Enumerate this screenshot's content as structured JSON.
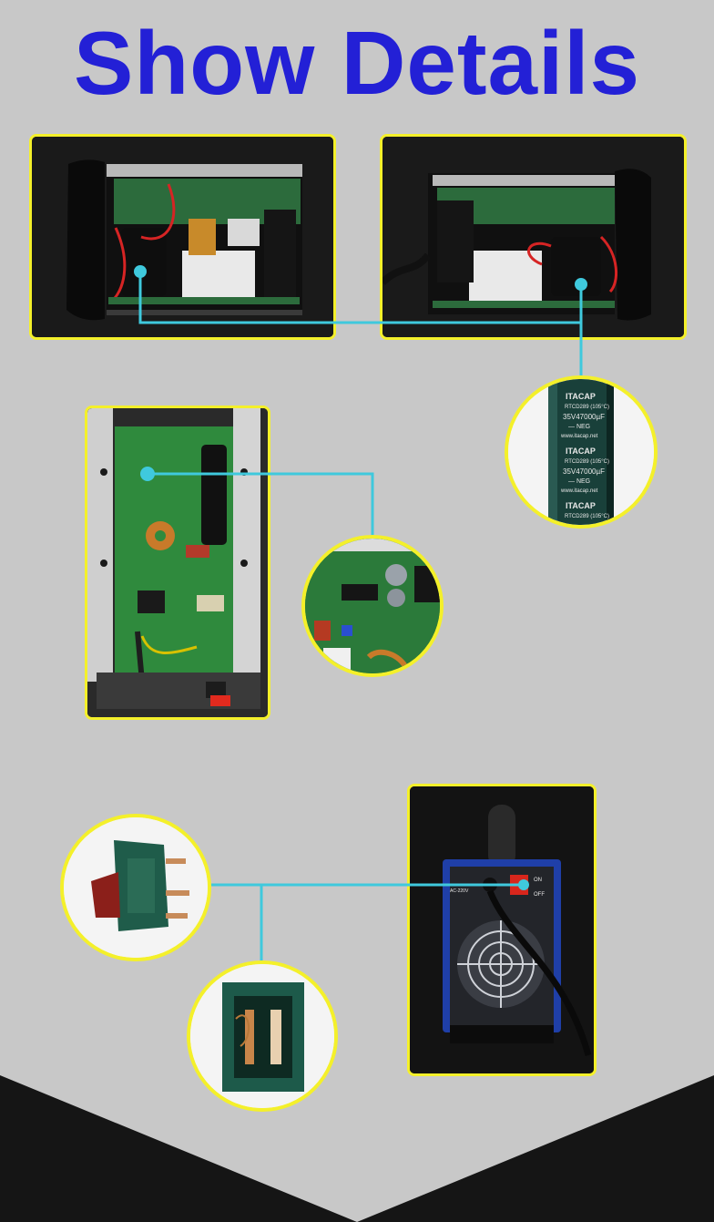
{
  "page": {
    "title": "Show Details",
    "background": "#c8c8c8",
    "accent_color": "#2320d6",
    "frame_color": "#f4f02a",
    "line_color": "#3fc9dd"
  },
  "capacitor_label": {
    "brand": "ITACAP",
    "series": "RTCD289 (105°C)",
    "rating": "35V47000µF",
    "polarity": "— NEG",
    "url": "www.itacap.net"
  },
  "switch_panel": {
    "on_label": "ON",
    "off_label": "OFF",
    "input_label": "AC-220V"
  }
}
